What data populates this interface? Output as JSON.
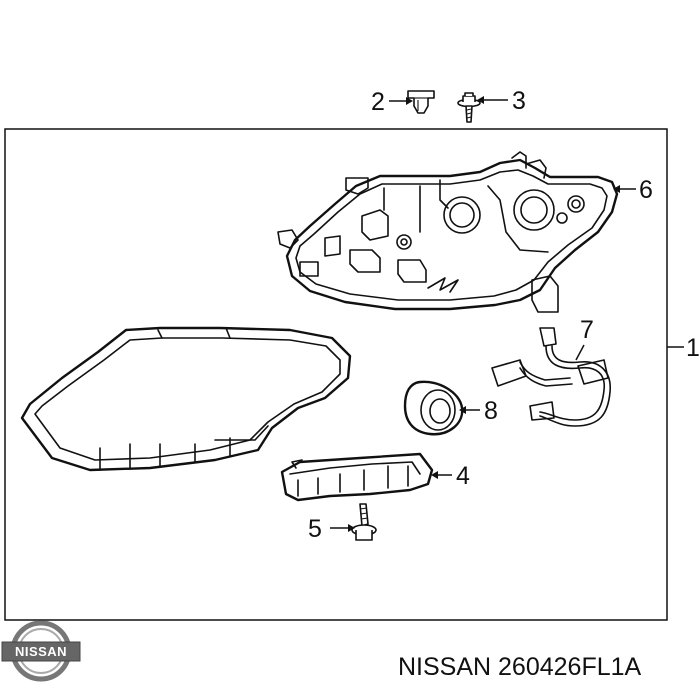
{
  "callouts": [
    "1",
    "2",
    "3",
    "4",
    "5",
    "6",
    "7",
    "8"
  ],
  "logo": {
    "text": "NISSAN"
  },
  "part_number": "NISSAN 260426FL1A"
}
